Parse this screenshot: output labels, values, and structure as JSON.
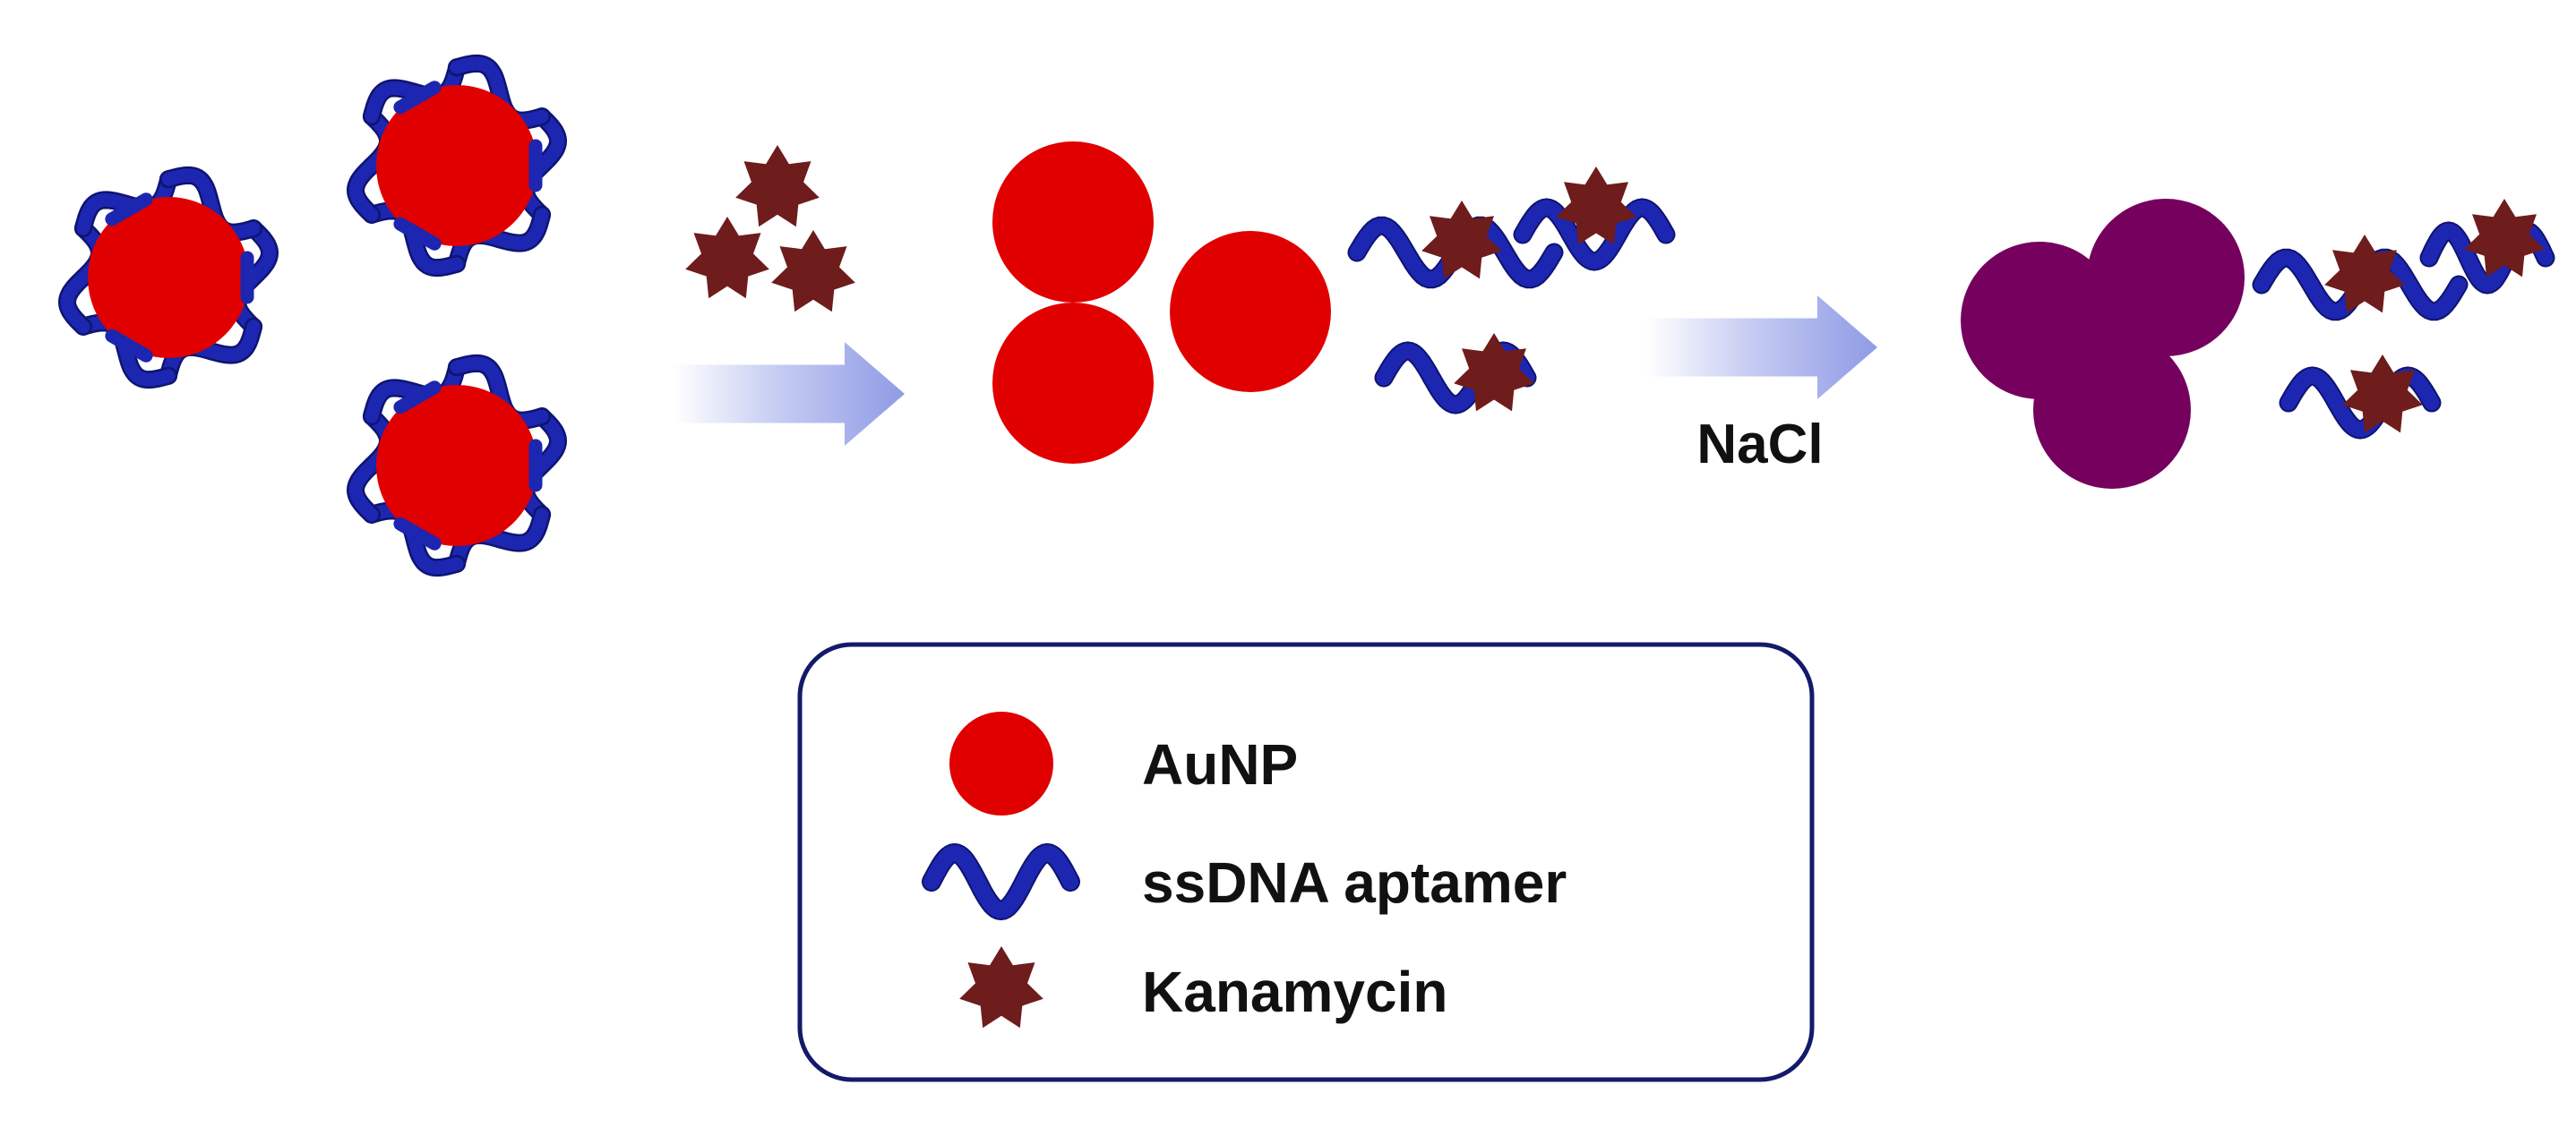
{
  "colors": {
    "aunp": "#e00000",
    "aggregate": "#76005e",
    "aptamer": "#1c26b0",
    "aptamer_dark": "#0e1470",
    "kanamycin": "#6e1c1c",
    "arrow": "#8f9be6",
    "legend_border": "#141a6a"
  },
  "icons": {
    "aunp": "red-circle",
    "aptamer": "blue-ribbon-helix",
    "kanamycin": "seven-point-star"
  },
  "step2": {
    "reagent_label": "NaCl"
  },
  "legend": {
    "items": [
      {
        "icon": "aunp",
        "label": "AuNP"
      },
      {
        "icon": "aptamer",
        "label": "ssDNA aptamer"
      },
      {
        "icon": "kanamycin",
        "label": "Kanamycin"
      }
    ]
  }
}
